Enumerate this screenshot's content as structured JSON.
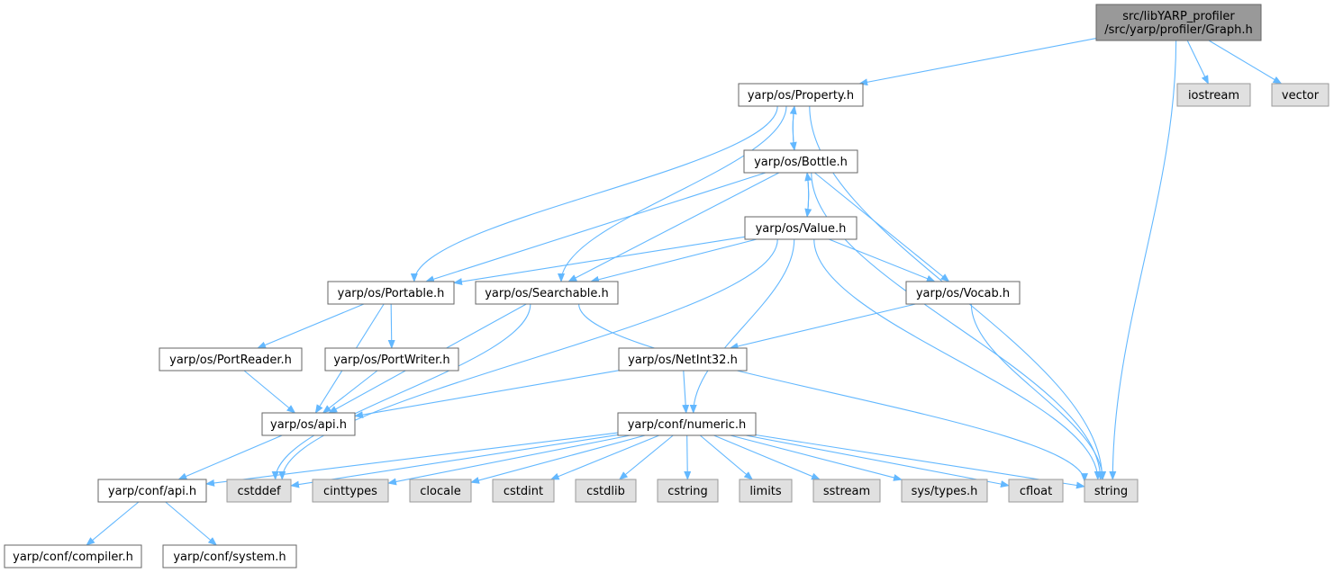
{
  "colors": {
    "edge": "#63b8ff",
    "root_fill": "#999999",
    "root_stroke": "#666666",
    "file_fill": "#ffffff",
    "file_stroke": "#666666",
    "system_fill": "#e0e0e0",
    "system_stroke": "#999999"
  },
  "nodes": {
    "graph": {
      "lines": [
        "src/libYARP_profiler",
        "/src/yarp/profiler/Graph.h"
      ],
      "kind": "root"
    },
    "property": {
      "lines": [
        "yarp/os/Property.h"
      ],
      "kind": "file"
    },
    "iostream": {
      "lines": [
        "iostream"
      ],
      "kind": "system"
    },
    "vector": {
      "lines": [
        "vector"
      ],
      "kind": "system"
    },
    "bottle": {
      "lines": [
        "yarp/os/Bottle.h"
      ],
      "kind": "file"
    },
    "value": {
      "lines": [
        "yarp/os/Value.h"
      ],
      "kind": "file"
    },
    "portable": {
      "lines": [
        "yarp/os/Portable.h"
      ],
      "kind": "file"
    },
    "searchable": {
      "lines": [
        "yarp/os/Searchable.h"
      ],
      "kind": "file"
    },
    "vocab": {
      "lines": [
        "yarp/os/Vocab.h"
      ],
      "kind": "file"
    },
    "portreader": {
      "lines": [
        "yarp/os/PortReader.h"
      ],
      "kind": "file"
    },
    "portwriter": {
      "lines": [
        "yarp/os/PortWriter.h"
      ],
      "kind": "file"
    },
    "netint32": {
      "lines": [
        "yarp/os/NetInt32.h"
      ],
      "kind": "file"
    },
    "osapi": {
      "lines": [
        "yarp/os/api.h"
      ],
      "kind": "file"
    },
    "numeric": {
      "lines": [
        "yarp/conf/numeric.h"
      ],
      "kind": "file"
    },
    "confapi": {
      "lines": [
        "yarp/conf/api.h"
      ],
      "kind": "file"
    },
    "cstddef": {
      "lines": [
        "cstddef"
      ],
      "kind": "system"
    },
    "cinttypes": {
      "lines": [
        "cinttypes"
      ],
      "kind": "system"
    },
    "clocale": {
      "lines": [
        "clocale"
      ],
      "kind": "system"
    },
    "cstdint": {
      "lines": [
        "cstdint"
      ],
      "kind": "system"
    },
    "cstdlib": {
      "lines": [
        "cstdlib"
      ],
      "kind": "system"
    },
    "cstring": {
      "lines": [
        "cstring"
      ],
      "kind": "system"
    },
    "limits": {
      "lines": [
        "limits"
      ],
      "kind": "system"
    },
    "sstream": {
      "lines": [
        "sstream"
      ],
      "kind": "system"
    },
    "systypes": {
      "lines": [
        "sys/types.h"
      ],
      "kind": "system"
    },
    "cfloat": {
      "lines": [
        "cfloat"
      ],
      "kind": "system"
    },
    "string": {
      "lines": [
        "string"
      ],
      "kind": "system"
    },
    "compiler": {
      "lines": [
        "yarp/conf/compiler.h"
      ],
      "kind": "file"
    },
    "system": {
      "lines": [
        "yarp/conf/system.h"
      ],
      "kind": "file"
    }
  },
  "edges": [
    [
      "graph",
      "property"
    ],
    [
      "graph",
      "iostream"
    ],
    [
      "graph",
      "vector"
    ],
    [
      "graph",
      "string"
    ],
    [
      "property",
      "bottle"
    ],
    [
      "property",
      "portable"
    ],
    [
      "property",
      "searchable"
    ],
    [
      "property",
      "string"
    ],
    [
      "bottle",
      "property"
    ],
    [
      "bottle",
      "value"
    ],
    [
      "bottle",
      "portable"
    ],
    [
      "bottle",
      "searchable"
    ],
    [
      "bottle",
      "vocab"
    ],
    [
      "bottle",
      "string"
    ],
    [
      "value",
      "bottle"
    ],
    [
      "value",
      "portable"
    ],
    [
      "value",
      "searchable"
    ],
    [
      "value",
      "vocab"
    ],
    [
      "value",
      "numeric"
    ],
    [
      "value",
      "cstddef"
    ],
    [
      "value",
      "string"
    ],
    [
      "portable",
      "osapi"
    ],
    [
      "portable",
      "portreader"
    ],
    [
      "portable",
      "portwriter"
    ],
    [
      "searchable",
      "osapi"
    ],
    [
      "searchable",
      "cstddef"
    ],
    [
      "searchable",
      "string"
    ],
    [
      "vocab",
      "netint32"
    ],
    [
      "vocab",
      "string"
    ],
    [
      "portreader",
      "osapi"
    ],
    [
      "portwriter",
      "osapi"
    ],
    [
      "netint32",
      "osapi"
    ],
    [
      "netint32",
      "numeric"
    ],
    [
      "osapi",
      "confapi"
    ],
    [
      "numeric",
      "confapi"
    ],
    [
      "numeric",
      "cstddef"
    ],
    [
      "numeric",
      "cinttypes"
    ],
    [
      "numeric",
      "clocale"
    ],
    [
      "numeric",
      "cstdint"
    ],
    [
      "numeric",
      "cstdlib"
    ],
    [
      "numeric",
      "cstring"
    ],
    [
      "numeric",
      "limits"
    ],
    [
      "numeric",
      "sstream"
    ],
    [
      "numeric",
      "systypes"
    ],
    [
      "numeric",
      "cfloat"
    ],
    [
      "numeric",
      "string"
    ],
    [
      "confapi",
      "compiler"
    ],
    [
      "confapi",
      "system"
    ]
  ]
}
